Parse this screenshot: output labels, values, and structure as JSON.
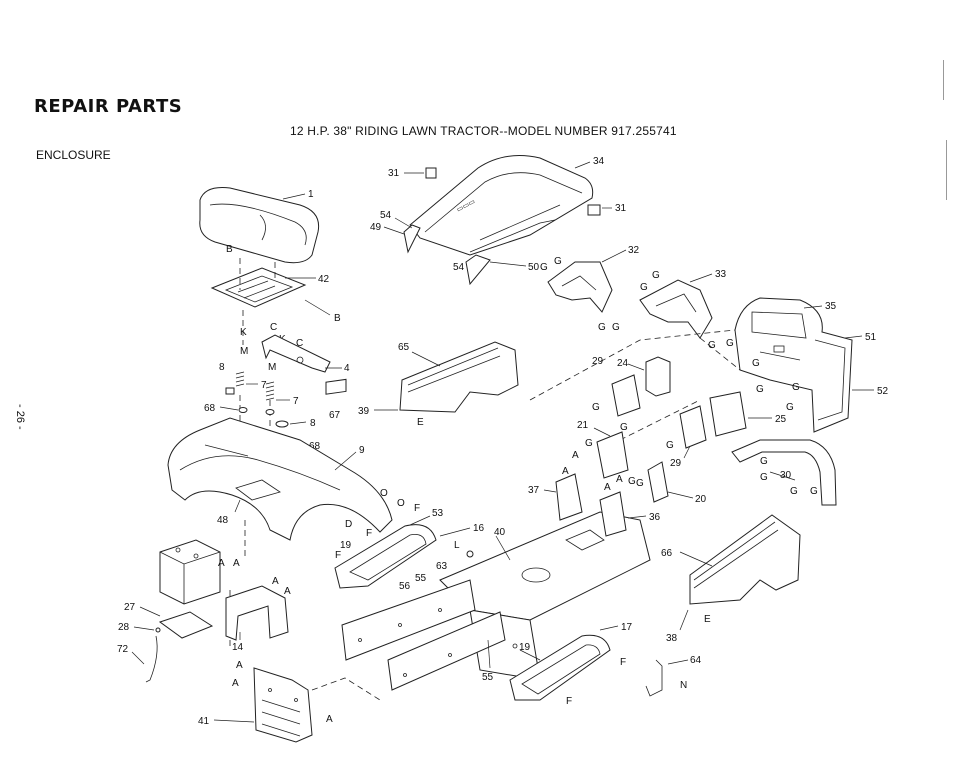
{
  "header": {
    "title": "REPAIR PARTS",
    "subtitle": "12 H.P. 38\" RIDING LAWN TRACTOR--MODEL NUMBER 917.255741",
    "section": "ENCLOSURE",
    "page_number": "- 26 -"
  },
  "callouts": {
    "c1": "1",
    "c42": "42",
    "c4": "4",
    "c8a": "8",
    "c7a": "7",
    "c7b": "7",
    "c8b": "8",
    "c68a": "68",
    "c68b": "68",
    "c67": "67",
    "c9": "9",
    "c48": "48",
    "c31a": "31",
    "c31b": "31",
    "c34": "34",
    "c54a": "54",
    "c49": "49",
    "c54b": "54",
    "c50": "50",
    "c32": "32",
    "c33": "33",
    "c35": "35",
    "c51": "51",
    "c52": "52",
    "c65": "65",
    "c39": "39",
    "c29a": "29",
    "c24": "24",
    "c25": "25",
    "c21": "21",
    "c29b": "29",
    "c30": "30",
    "c20": "20",
    "c37": "37",
    "c36": "36",
    "c53": "53",
    "c16": "16",
    "c40": "40",
    "c19a": "19",
    "c63": "63",
    "c56": "56",
    "c55a": "55",
    "c14": "14",
    "c27": "27",
    "c28": "28",
    "c72": "72",
    "c41": "41",
    "c55b": "55",
    "c19b": "19",
    "c17": "17",
    "c66": "66",
    "c38": "38",
    "c64": "64"
  },
  "ref_letters": {
    "B1": "B",
    "B2": "B",
    "K1": "K",
    "K2": "K",
    "C1": "C",
    "C2": "C",
    "M1": "M",
    "M2": "M",
    "E1": "E",
    "E2": "E",
    "D": "D",
    "O1": "O",
    "O2": "O",
    "F1": "F",
    "F2": "F",
    "F3": "F",
    "F4": "F",
    "F5": "F",
    "L": "L",
    "N": "N",
    "A1": "A",
    "A2": "A",
    "A3": "A",
    "A4": "A",
    "A5": "A",
    "A6": "A",
    "A7": "A",
    "A8": "A",
    "A9": "A",
    "A10": "A",
    "A11": "A",
    "G1": "G",
    "G2": "G",
    "G3": "G",
    "G4": "G",
    "G5": "G",
    "G6": "G",
    "G7": "G",
    "G8": "G",
    "G9": "G",
    "G10": "G",
    "G11": "G",
    "G12": "G",
    "G13": "G",
    "G14": "G",
    "G15": "G",
    "G16": "G",
    "G17": "G",
    "G18": "G",
    "G19": "G",
    "G20": "G",
    "G21": "G",
    "G22": "G"
  }
}
